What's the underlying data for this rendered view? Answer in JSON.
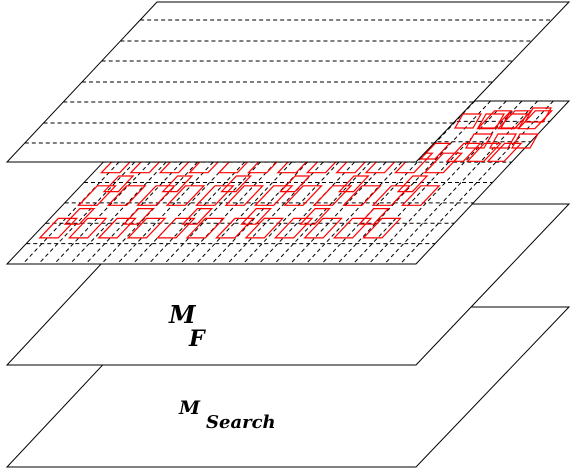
{
  "colors": {
    "background": "#ffffff",
    "plane_stroke": "#000000",
    "grid_line": "#000000",
    "highlight": "#ff0000"
  },
  "layers": [
    {
      "id": "top-plane",
      "label_main": "",
      "label_sub": "",
      "pattern": "horizontal-dashed-lines"
    },
    {
      "id": "grid-plane",
      "label_main": "",
      "label_sub": "",
      "pattern": "dashed-grid-with-red-cells"
    },
    {
      "id": "mf-plane",
      "label_main": "M",
      "label_sub": "F",
      "pattern": "none"
    },
    {
      "id": "search-plane",
      "label_main": "M",
      "label_sub": "Search",
      "pattern": "none"
    }
  ]
}
